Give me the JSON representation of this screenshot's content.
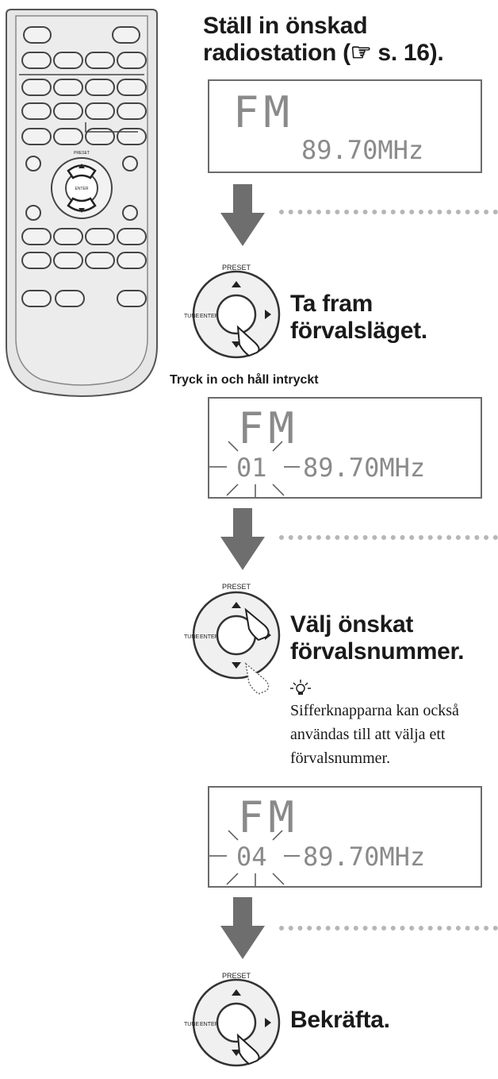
{
  "step1": {
    "title_line1": "Ställ in önskad",
    "title_line2": "radiostation (☞ s. 16)."
  },
  "step2": {
    "title_line1": "Ta fram",
    "title_line2": "förvalsläget.",
    "caption": "Tryck in och håll intryckt"
  },
  "step3": {
    "title_line1": "Välj önskat",
    "title_line2": "förvalsnummer.",
    "tip_line1": "Sifferknapparna kan också",
    "tip_line2": "användas till att välja ett",
    "tip_line3": "förvalsnummer."
  },
  "step4": {
    "title": "Bekräfta."
  },
  "display1": {
    "band": "FM",
    "frequency": "89.70MHz"
  },
  "display2": {
    "band": "FM",
    "preset": "01",
    "frequency": "89.70MHz"
  },
  "display3": {
    "band": "FM",
    "preset": "04",
    "frequency": "89.70MHz"
  },
  "controller": {
    "preset_label": "PRESET",
    "tune_label": "TUNE",
    "enter_label": "ENTER"
  },
  "remote": {
    "preset_label": "PRESET",
    "enter_label": "ENTER"
  },
  "colors": {
    "arrow": "#6e6e6e",
    "lcd_text": "#8a8a8a",
    "remote_body": "#e6e6e6"
  }
}
